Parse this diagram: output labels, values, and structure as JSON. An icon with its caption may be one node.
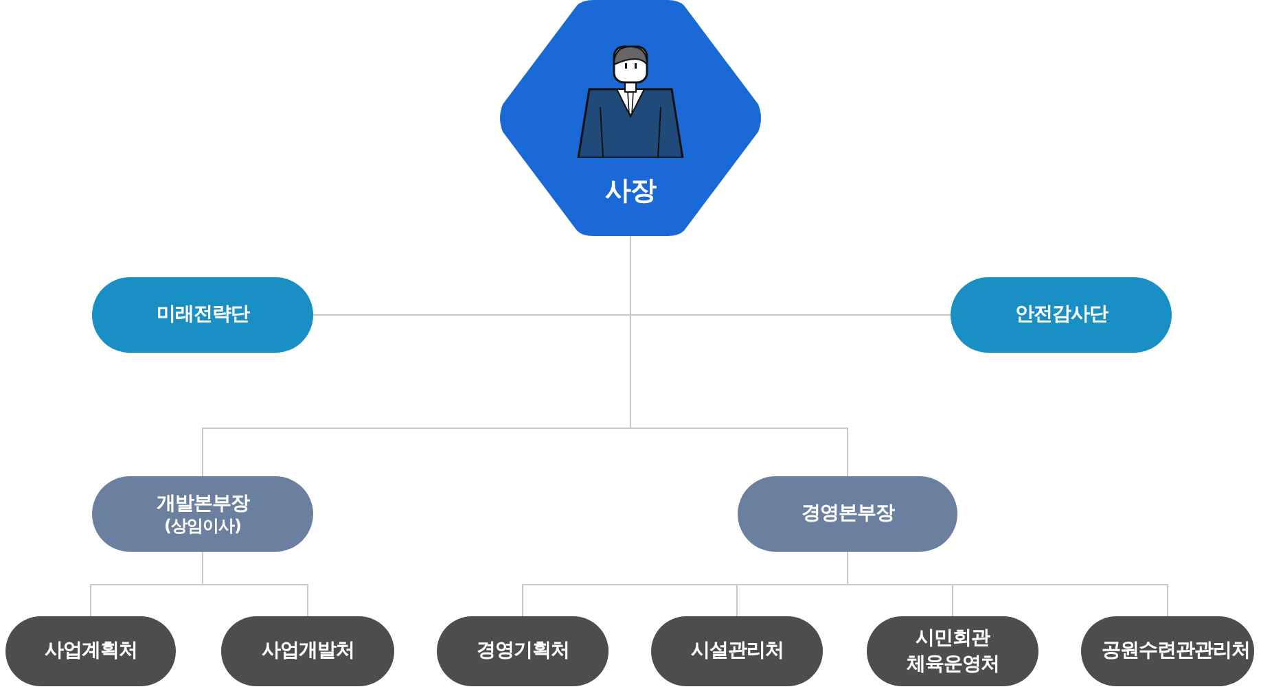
{
  "diagram": {
    "nodes": [
      {
        "text": [
          "사장"
        ]
      },
      {
        "text": [
          "미래전략단"
        ]
      },
      {
        "text": [
          "안전감사단"
        ]
      },
      {
        "text": [
          "개발본부장",
          "(상임이사)"
        ]
      },
      {
        "text": [
          "경영본부장"
        ]
      },
      {
        "text": [
          "사업계획처"
        ]
      },
      {
        "text": [
          "사업개발처"
        ]
      },
      {
        "text": [
          "경영기획처"
        ]
      },
      {
        "text": [
          "시설관리처"
        ]
      },
      {
        "text": [
          "시민회관 체육운영처"
        ]
      },
      {
        "text": [
          "공원수련관관리처"
        ]
      }
    ],
    "edges": [
      {
        "from": 0,
        "to": 1,
        "arrow": "none"
      },
      {
        "from": 0,
        "to": 2,
        "arrow": "none"
      },
      {
        "from": 0,
        "to": 3,
        "arrow": "none"
      },
      {
        "from": 0,
        "to": 4,
        "arrow": "none"
      },
      {
        "from": 3,
        "to": 5,
        "arrow": "none"
      },
      {
        "from": 3,
        "to": 6,
        "arrow": "none"
      },
      {
        "from": 4,
        "to": 7,
        "arrow": "none"
      },
      {
        "from": 4,
        "to": 8,
        "arrow": "none"
      },
      {
        "from": 4,
        "to": 9,
        "arrow": "none"
      },
      {
        "from": 4,
        "to": 10,
        "arrow": "none"
      }
    ]
  }
}
